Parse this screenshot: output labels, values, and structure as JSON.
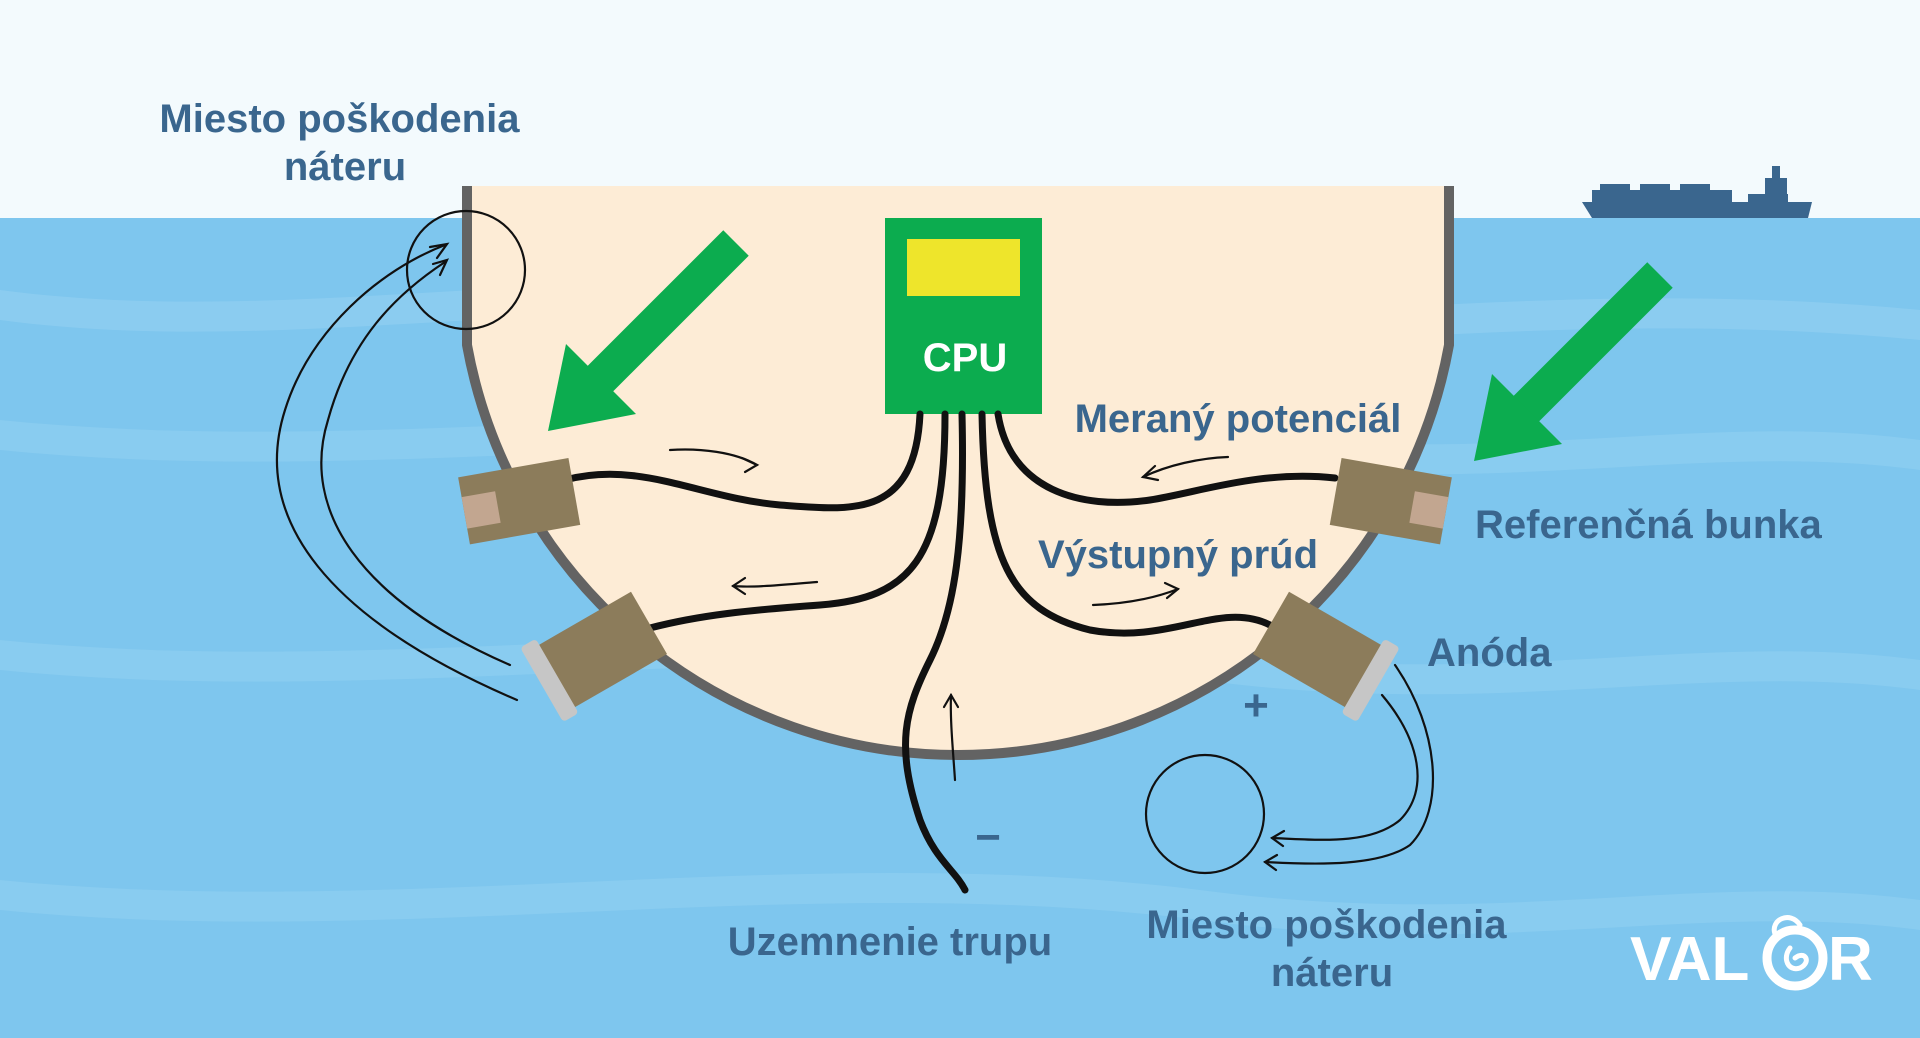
{
  "colors": {
    "sky": "#f3fafd",
    "sea": "#7ec6ee",
    "sea_light": "#94d1f2",
    "hull_fill": "#fdecd6",
    "hull_stroke": "#636363",
    "cpu_green": "#0cac4f",
    "cpu_chip": "#eee52b",
    "sensor_brown": "#8c7c5b",
    "sensor_tip": "#c2a690",
    "anode_gray": "#c6c6c6",
    "arrow_green": "#0cac4f",
    "label_blue": "#3a668e",
    "ship": "#3a668e"
  },
  "labels": {
    "damage_top": [
      "Miesto poškodenia",
      "náteru"
    ],
    "damage_bottom": [
      "Miesto poškodenia",
      "náteru"
    ],
    "measured_potential": "Meraný potenciál",
    "output_current": "Výstupný prúd",
    "reference_cell": "Referenčná bunka",
    "anode": "Anóda",
    "hull_grounding": "Uzemnenie trupu",
    "cpu": "CPU",
    "plus": "+",
    "minus": "−"
  },
  "logo": {
    "text_left": "VAL",
    "text_right": "R",
    "icon": "chameleon-tail-icon"
  },
  "icons": [
    "cargo-ship-icon",
    "chameleon-tail-icon"
  ]
}
